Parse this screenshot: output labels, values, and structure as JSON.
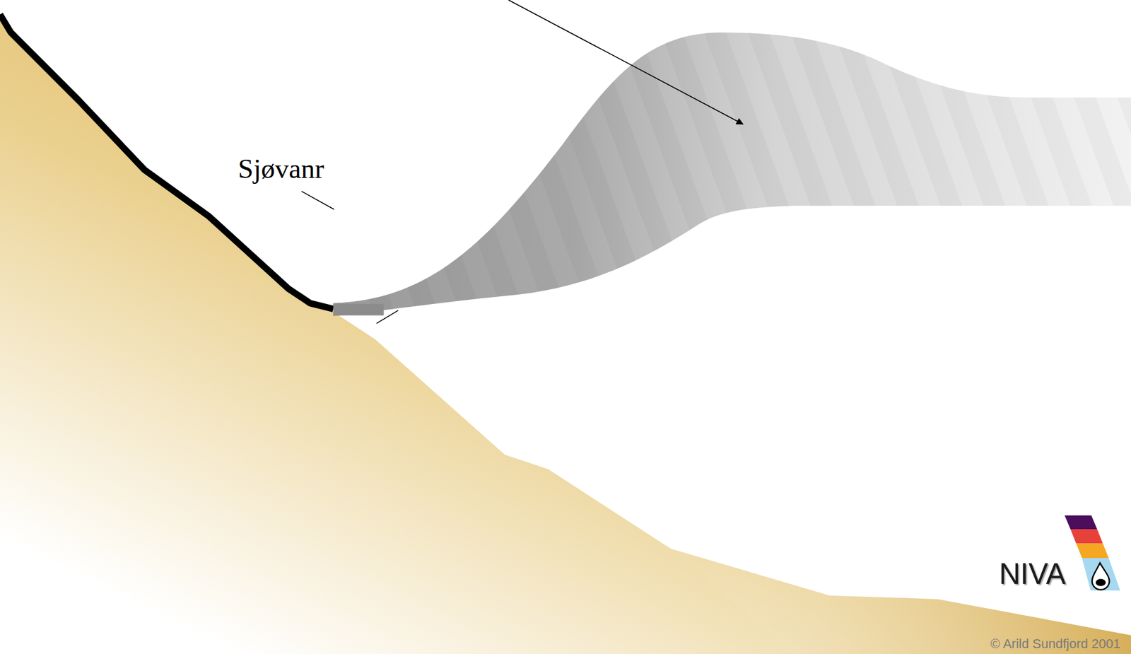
{
  "diagram": {
    "labels": [
      "Sjøvanr",
      "NIVA",
      "© Arild Sundfjord 2001"
    ]
  }
}
